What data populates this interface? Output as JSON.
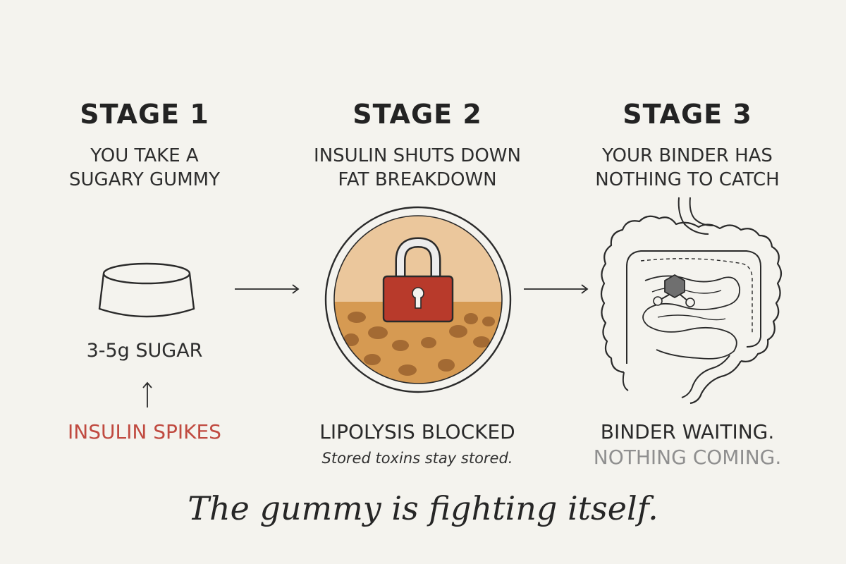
{
  "stages": [
    {
      "title": "STAGE 1",
      "subtitle": [
        "YOU TAKE A",
        "SUGARY GUMMY"
      ],
      "amount_label": "3-5g SUGAR",
      "effect_label": "INSULIN SPIKES"
    },
    {
      "title": "STAGE 2",
      "subtitle": [
        "INSULIN SHUTS DOWN",
        "FAT BREAKDOWN"
      ],
      "result_label": "LIPOLYSIS BLOCKED",
      "result_note": "Stored toxins stay stored."
    },
    {
      "title": "STAGE 3",
      "subtitle": [
        "YOUR BINDER HAS",
        "NOTHING TO CATCH"
      ],
      "result_label": "BINDER WAITING.",
      "result_note": "NOTHING COMING."
    }
  ],
  "tagline": "The gummy is fighting itself.",
  "icons": {
    "stage1": "gummy-icon",
    "stage2": "fat-cell-lock-icon",
    "stage3": "intestine-binder-icon",
    "flow": "arrow-right-icon",
    "effect": "arrow-up-icon"
  },
  "colors": {
    "background": "#f4f3ee",
    "text": "#2a2a2a",
    "insulin_red": "#c04a40",
    "lock_red": "#b83a2b",
    "fat_light": "#ebc79c",
    "fat_dark": "#d69a52",
    "fat_globule": "#a36a33",
    "muted_gray": "#8f8f8f",
    "binder_gray": "#6f6f6f"
  }
}
